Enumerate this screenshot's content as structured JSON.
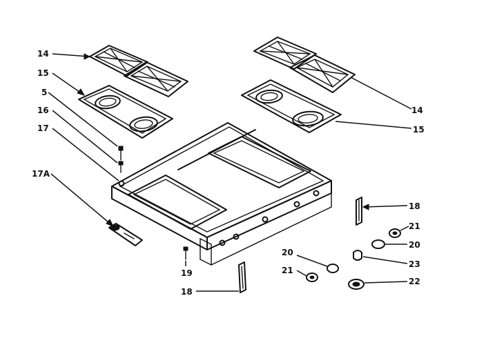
{
  "callouts": {
    "c14_left": "14",
    "c15_left": "15",
    "c5": "5",
    "c16": "16",
    "c17": "17",
    "c17a": "17A",
    "c14_right": "14",
    "c15_right": "15",
    "c18_right": "18",
    "c18_bottom": "18",
    "c19": "19",
    "c20_left": "20",
    "c21_left": "21",
    "c21_right": "21",
    "c20_right": "20",
    "c23": "23",
    "c22": "22"
  }
}
